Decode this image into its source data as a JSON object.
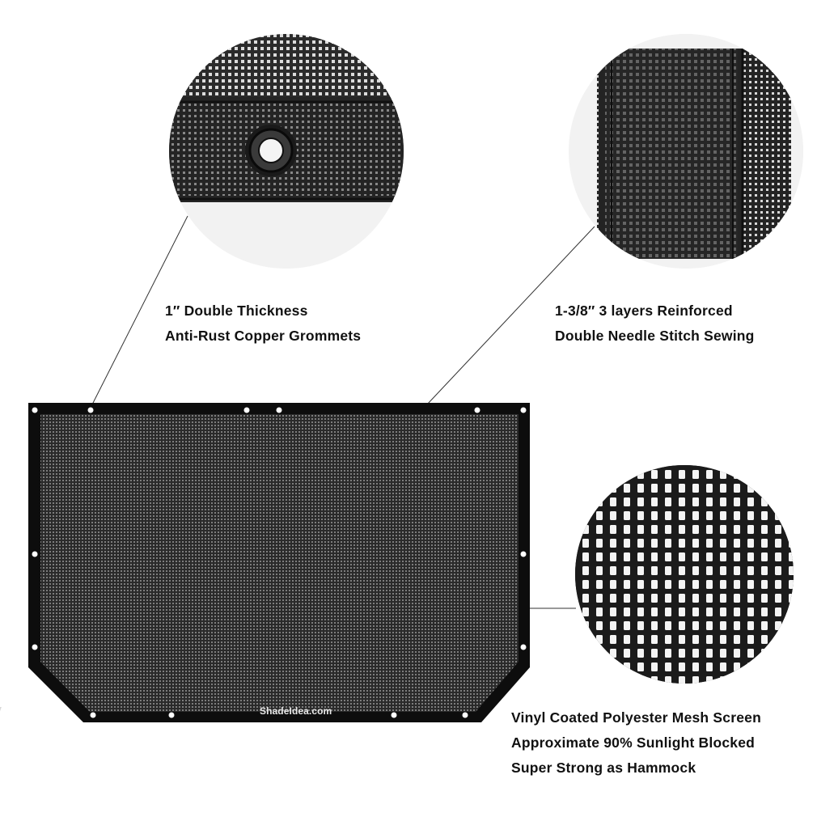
{
  "callouts": {
    "grommet": {
      "line1": "1″ Double Thickness",
      "line2": "Anti-Rust Copper Grommets"
    },
    "stitch": {
      "line1": "1-3/8″ 3 layers Reinforced",
      "line2": "Double Needle Stitch Sewing"
    },
    "mesh": {
      "line1": "Vinyl Coated Polyester Mesh Screen",
      "line2": "Approximate 90% Sunlight Blocked",
      "line3": "Super Strong as Hammock"
    }
  },
  "product": {
    "brand_label": "ShadeIdea.com"
  },
  "colors": {
    "text": "#111111",
    "mesh_dark": "#1c1c1c",
    "mesh_light": "#eeeeee",
    "frame": "#0d0d0d",
    "circle_bg": "#f2f2f2",
    "leader_line": "#333333"
  }
}
